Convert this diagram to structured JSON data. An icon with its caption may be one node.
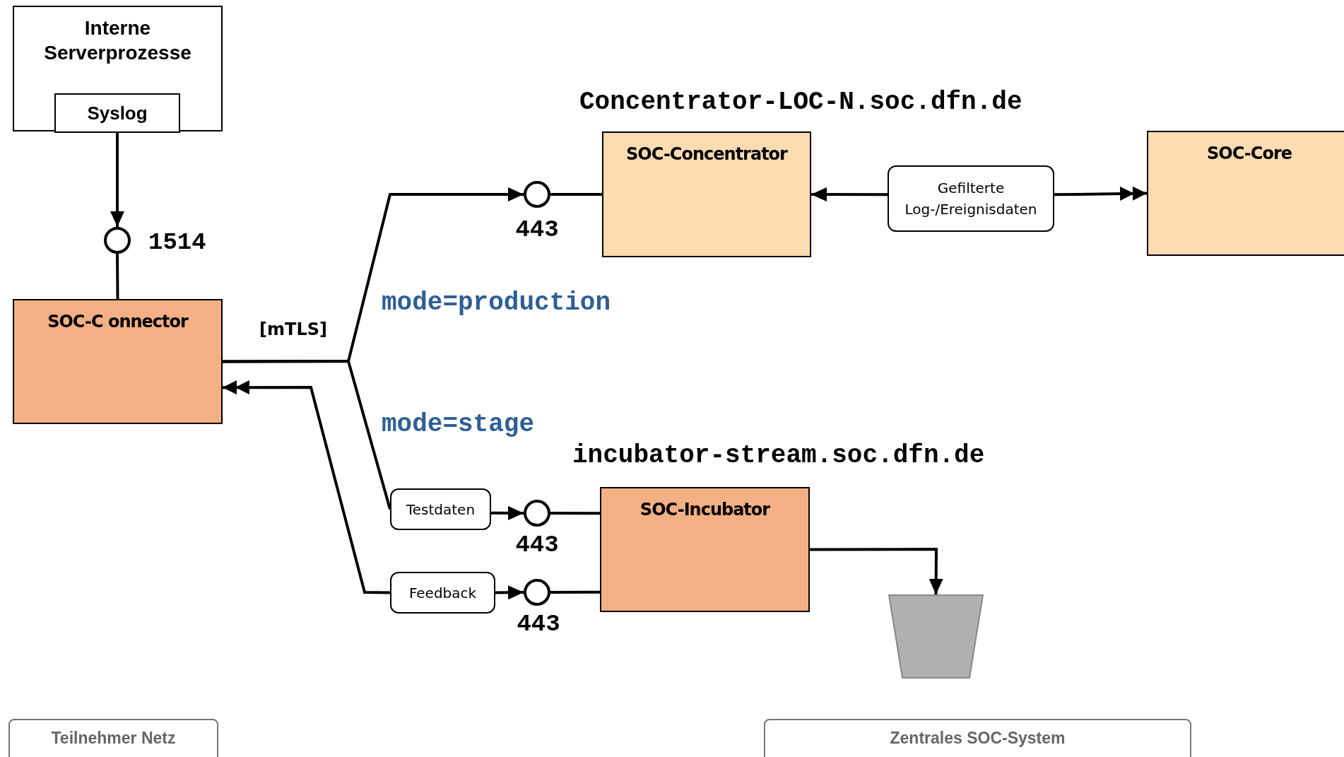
{
  "diagram": {
    "nodes": [
      {
        "text": [
          "Interne Serverprozesse"
        ]
      },
      {
        "text": [
          "Syslog"
        ],
        "in": 0
      },
      {
        "text": [],
        "shape": "circle",
        "beside": [
          "1514"
        ]
      },
      {
        "text": [
          "SOC-C onnector"
        ]
      },
      {
        "text": [],
        "shape": "circle",
        "beside": [
          "443"
        ]
      },
      {
        "text": [
          "SOC-Concentrator"
        ]
      },
      {
        "text": [
          "Gefilterte Log-/Ereignisdaten"
        ]
      },
      {
        "text": [
          "SOC-Core"
        ]
      },
      {
        "text": [
          "Testdaten"
        ]
      },
      {
        "text": [],
        "shape": "circle",
        "beside": [
          "443"
        ]
      },
      {
        "text": [
          "SOC-Incubator"
        ]
      },
      {
        "text": [
          "Feedback"
        ]
      },
      {
        "text": [],
        "shape": "circle",
        "beside": [
          "443"
        ]
      },
      {
        "text": [],
        "shape": "trapezoid"
      },
      {
        "text": [
          "Teilnehmer Netz"
        ]
      },
      {
        "text": [
          "Zentrales SOC-System"
        ]
      }
    ],
    "edges": [
      {
        "from": 1,
        "to": 2,
        "arrow": "to"
      },
      {
        "from": 2,
        "to": 3,
        "arrow": "none"
      },
      {
        "from": 3,
        "to": 4,
        "arrow": "to",
        "label": "[mTLS]"
      },
      {
        "from": 3,
        "to": 8,
        "arrow": "none"
      },
      {
        "from": 4,
        "to": 5,
        "arrow": "none"
      },
      {
        "from": 6,
        "to": 5,
        "arrow": "to"
      },
      {
        "from": 6,
        "to": 7,
        "arrow": "to"
      },
      {
        "from": 8,
        "to": 9,
        "arrow": "to"
      },
      {
        "from": 9,
        "to": 10,
        "arrow": "none"
      },
      {
        "from": 11,
        "to": 12,
        "arrow": "to"
      },
      {
        "from": 12,
        "to": 10,
        "arrow": "none"
      },
      {
        "from": 11,
        "to": 3,
        "arrow": "to"
      },
      {
        "from": 10,
        "to": 13,
        "arrow": "to"
      }
    ],
    "labels": [
      "Concentrator-LOC-N.soc.dfn.de",
      "mode=production",
      "mode=stage",
      "incubator-stream.soc.dfn.de"
    ]
  }
}
